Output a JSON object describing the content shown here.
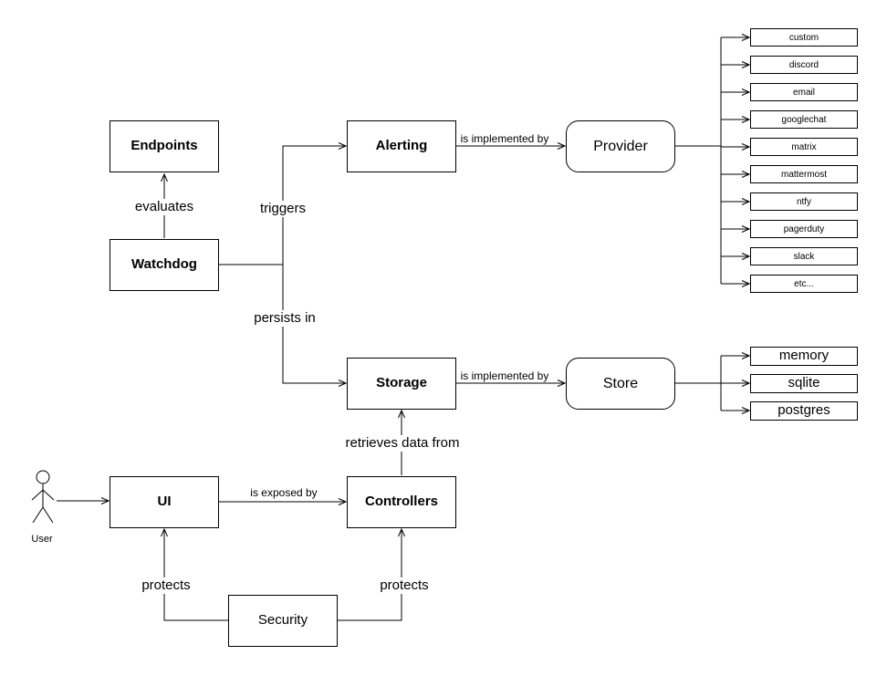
{
  "colors": {
    "stroke": "#000000",
    "background": "#ffffff",
    "text": "#000000"
  },
  "diagram": {
    "actor": {
      "label": "User"
    },
    "nodes": {
      "endpoints": "Endpoints",
      "watchdog": "Watchdog",
      "alerting": "Alerting",
      "provider": "Provider",
      "storage": "Storage",
      "store": "Store",
      "ui": "UI",
      "controllers": "Controllers",
      "security": "Security"
    },
    "edge_labels": {
      "evaluates": "evaluates",
      "triggers": "triggers",
      "persists_in": "persists in",
      "alerting_implemented_by": "is implemented by",
      "storage_implemented_by": "is implemented by",
      "retrieves_data_from": "retrieves data from",
      "is_exposed_by": "is exposed by",
      "protects_ui": "protects",
      "protects_controllers": "protects"
    },
    "providers": [
      "custom",
      "discord",
      "email",
      "googlechat",
      "matrix",
      "mattermost",
      "ntfy",
      "pagerduty",
      "slack",
      "etc..."
    ],
    "stores": [
      "memory",
      "sqlite",
      "postgres"
    ]
  }
}
